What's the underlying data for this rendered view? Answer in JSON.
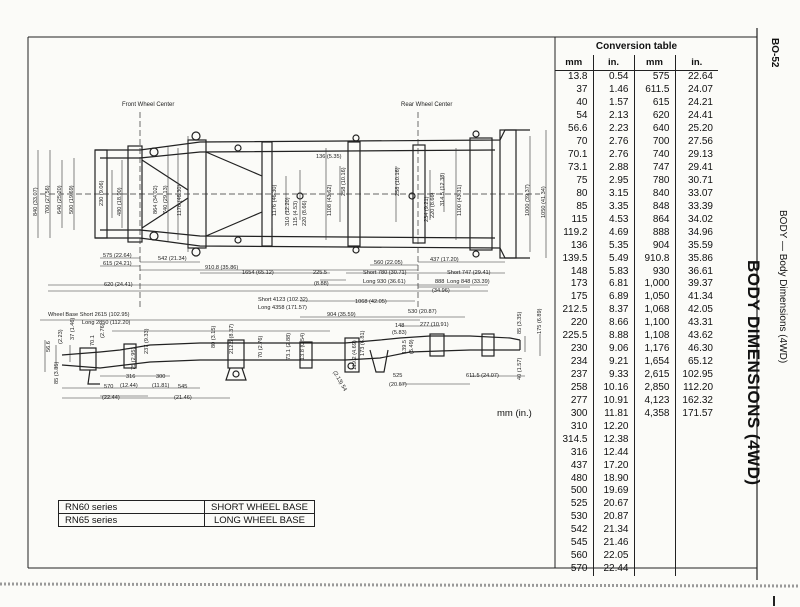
{
  "page": {
    "number": "BO-52",
    "section_subtitle": "BODY — Body Dimensions (4WD)",
    "main_title": "BODY DIMENSIONS (4WD)"
  },
  "diagram": {
    "front_wheel_center": "Front Wheel Center",
    "rear_wheel_center": "Rear Wheel Center",
    "dims": {
      "d840": "840 (33.07)",
      "d700": "700 (27.56)",
      "d640": "640 (25.20)",
      "d500": "500 (19.69)",
      "d230": "230 (9.06)",
      "d480": "480 (18.90)",
      "d864": "864 (34.02)",
      "d740": "740 (29.13)",
      "d1176a": "1176 (46.30)",
      "d1176b": "1176 (46.30)",
      "d136": "136 (5.35)",
      "d310": "310 (12.20)",
      "d115": "115 (4.53)",
      "d220": "220 (8.66)",
      "d258a": "258 (10.16)",
      "d1108": "1108 (43.62)",
      "d258b": "258 (10.16)",
      "d234": "234 (9.21)",
      "d314": "314.5 (12.38)",
      "d220b": "220 (8.66)",
      "d1100": "1100 (43.31)",
      "d1000": "1000 (39.37)",
      "d1050": "1050 (41.34)",
      "d575": "575 (22.64)",
      "d542": "542 (21.34)",
      "d615": "615 (24.21)",
      "d910": "910.8 (35.86)",
      "d1654": "1654 (65.12)",
      "d225": "225.5",
      "d888a": "(8.88)",
      "d560": "560 (22.05)",
      "d437": "437 (17.20)",
      "short780": "Short 780 (30.71)",
      "long930": "Long 930 (36.61)",
      "short747": "Short 747 (29.41)",
      "long848": "Long 848 (33.39)",
      "d888": "888",
      "d3496": "(34.96)",
      "d620": "620 (24.41)",
      "short4123": "Short 4123 (102.32)",
      "long4358": "Long 4358 (171.57)",
      "d1068": "1068 (42.05)",
      "d904": "904 (35.59)",
      "d530": "530 (20.87)",
      "wb_short": "Wheel Base Short 2615 (102.95)",
      "wb_long": "Long 2850 (112.20)",
      "d56": "56.6",
      "d223": "(2.23)",
      "d37": "37 (1.46)",
      "d701": "70.1",
      "d276": "(2.76)",
      "d85a": "85 (3.35)",
      "d75": "75 (2.95)",
      "d237": "237 (9.33)",
      "d80": "80 (3.15)",
      "d2125": "212.5 (8.37)",
      "d70": "70 (2.76)",
      "d731": "73.1 (2.88)",
      "d138": "13.8 (0.54)",
      "d1192": "119.2 (4.69)",
      "d173": "173 (6.81)",
      "d148": "148",
      "d583": "(5.83)",
      "d139": "139.5",
      "d549": "(5.49)",
      "d277": "277 (10.91)",
      "d85b": "85 (3.35)",
      "d175": "175 (6.89)",
      "d40": "40 (1.57)",
      "d570": "570",
      "d2244": "(22.44)",
      "d316": "316",
      "d1244": "(12.44)",
      "d300": "300",
      "d1181": "(11.81)",
      "d545": "545",
      "d2146": "(21.46)",
      "d525": "525",
      "d2067": "(20.67)",
      "d6115": "611.5 (24.07)",
      "d54": "(2.13) 54"
    }
  },
  "unit_note": "mm (in.)",
  "series": [
    {
      "name": "RN60 series",
      "type": "SHORT WHEEL BASE"
    },
    {
      "name": "RN65 series",
      "type": "LONG WHEEL BASE"
    }
  ],
  "conversion": {
    "title": "Conversion table",
    "headers": [
      "mm",
      "in.",
      "mm",
      "in."
    ],
    "rows": [
      [
        "13.8",
        "0.54",
        "575",
        "22.64"
      ],
      [
        "37",
        "1.46",
        "611.5",
        "24.07"
      ],
      [
        "40",
        "1.57",
        "615",
        "24.21"
      ],
      [
        "54",
        "2.13",
        "620",
        "24.41"
      ],
      [
        "56.6",
        "2.23",
        "640",
        "25.20"
      ],
      [
        "70",
        "2.76",
        "700",
        "27.56"
      ],
      [
        "70.1",
        "2.76",
        "740",
        "29.13"
      ],
      [
        "73.1",
        "2.88",
        "747",
        "29.41"
      ],
      [
        "75",
        "2.95",
        "780",
        "30.71"
      ],
      [
        "80",
        "3.15",
        "840",
        "33.07"
      ],
      [
        "85",
        "3.35",
        "848",
        "33.39"
      ],
      [
        "115",
        "4.53",
        "864",
        "34.02"
      ],
      [
        "119.2",
        "4.69",
        "888",
        "34.96"
      ],
      [
        "136",
        "5.35",
        "904",
        "35.59"
      ],
      [
        "139.5",
        "5.49",
        "910.8",
        "35.86"
      ],
      [
        "148",
        "5.83",
        "930",
        "36.61"
      ],
      [
        "173",
        "6.81",
        "1,000",
        "39.37"
      ],
      [
        "175",
        "6.89",
        "1,050",
        "41.34"
      ],
      [
        "212.5",
        "8.37",
        "1,068",
        "42.05"
      ],
      [
        "220",
        "8.66",
        "1,100",
        "43.31"
      ],
      [
        "225.5",
        "8.88",
        "1,108",
        "43.62"
      ],
      [
        "230",
        "9.06",
        "1,176",
        "46.30"
      ],
      [
        "234",
        "9.21",
        "1,654",
        "65.12"
      ],
      [
        "237",
        "9.33",
        "2,615",
        "102.95"
      ],
      [
        "258",
        "10.16",
        "2,850",
        "112.20"
      ],
      [
        "277",
        "10.91",
        "4,123",
        "162.32"
      ],
      [
        "300",
        "11.81",
        "4,358",
        "171.57"
      ],
      [
        "310",
        "12.20",
        "",
        ""
      ],
      [
        "314.5",
        "12.38",
        "",
        ""
      ],
      [
        "316",
        "12.44",
        "",
        ""
      ],
      [
        "437",
        "17.20",
        "",
        ""
      ],
      [
        "480",
        "18.90",
        "",
        ""
      ],
      [
        "500",
        "19.69",
        "",
        ""
      ],
      [
        "525",
        "20.67",
        "",
        ""
      ],
      [
        "530",
        "20.87",
        "",
        ""
      ],
      [
        "542",
        "21.34",
        "",
        ""
      ],
      [
        "545",
        "21.46",
        "",
        ""
      ],
      [
        "560",
        "22.05",
        "",
        ""
      ],
      [
        "570",
        "22.44",
        "",
        ""
      ]
    ]
  }
}
